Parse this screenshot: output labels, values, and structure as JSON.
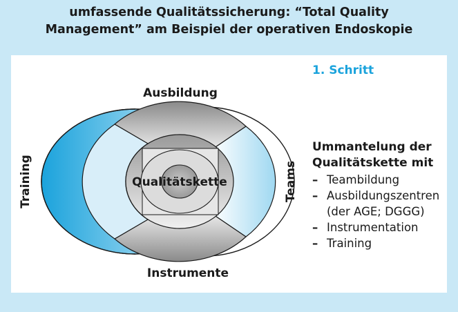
{
  "title": {
    "line1": "umfassende Qualitätssicherung: “Total Quality",
    "line2": "Management” am Beispiel der operativen Endoskopie"
  },
  "diagram": {
    "top_label": "Ausbildung",
    "bottom_label": "Instrumente",
    "left_label": "Training",
    "right_label": "Teams",
    "center_label": "Qualitätskette"
  },
  "sidebar": {
    "step": "1. Schritt",
    "heading_line1": "Ummantelung der",
    "heading_line2": "Qualitätskette mit",
    "items": [
      {
        "lines": [
          "Teambildung"
        ]
      },
      {
        "lines": [
          "Ausbildungszentren",
          "(der AGE; DGGG)"
        ]
      },
      {
        "lines": [
          "Instrumentation"
        ]
      },
      {
        "lines": [
          "Training"
        ]
      }
    ]
  },
  "colors": {
    "background": "#c9e8f6",
    "panel": "#ffffff",
    "accent": "#1ba3dc",
    "shade_dark": "#8f8f8f",
    "shade_light": "#e9e9e9"
  }
}
